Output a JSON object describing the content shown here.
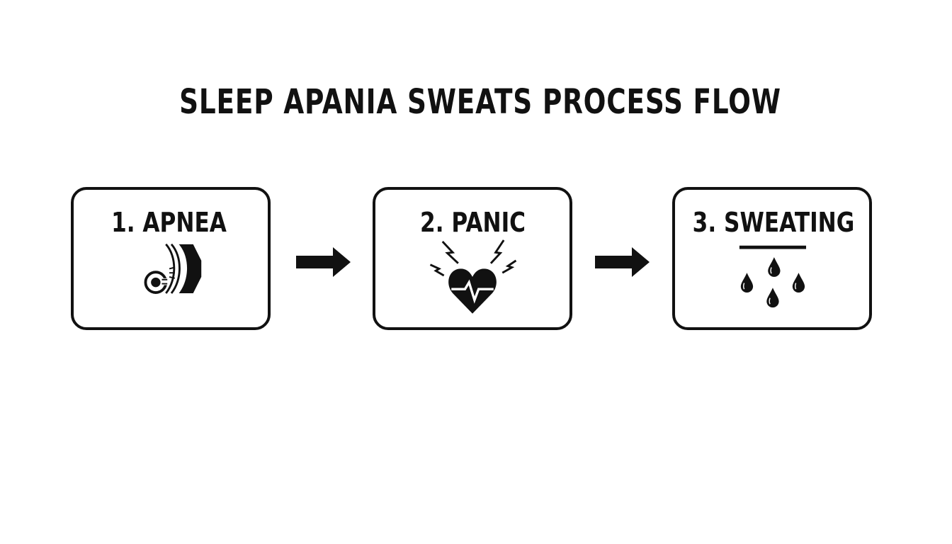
{
  "diagram": {
    "title": "SLEEP APANIA SWEATS PROCESS FLOW",
    "steps": [
      {
        "label": "1. APNEA",
        "icon": "airway-blockage-icon"
      },
      {
        "label": "2. PANIC",
        "icon": "heart-panic-icon"
      },
      {
        "label": "3. SWEATING",
        "icon": "sweat-drops-icon"
      }
    ],
    "connectors": [
      "arrow-right-icon",
      "arrow-right-icon"
    ],
    "colors": {
      "ink": "#111111",
      "background": "#ffffff"
    }
  }
}
